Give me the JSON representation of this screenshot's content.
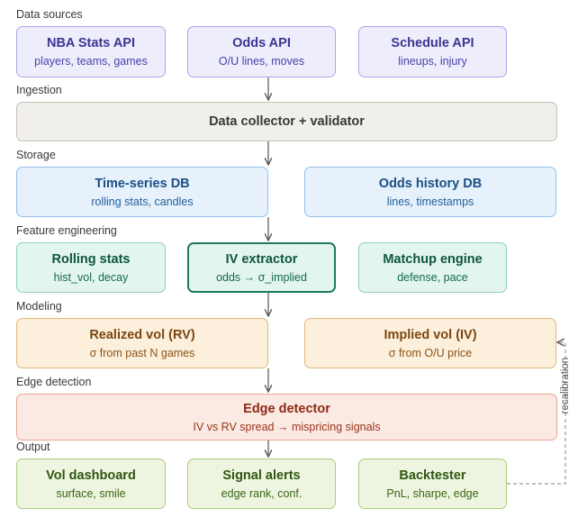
{
  "sections": {
    "data_sources": "Data sources",
    "ingestion": "Ingestion",
    "storage": "Storage",
    "feature_engineering": "Feature engineering",
    "modeling": "Modeling",
    "edge_detection": "Edge detection",
    "output": "Output"
  },
  "nodes": {
    "nba_stats_api": {
      "title": "NBA Stats API",
      "subtitle": "players, teams, games"
    },
    "odds_api": {
      "title": "Odds API",
      "subtitle": "O/U lines, moves"
    },
    "schedule_api": {
      "title": "Schedule API",
      "subtitle": "lineups, injury"
    },
    "data_collector": {
      "title": "Data collector + validator"
    },
    "time_series_db": {
      "title": "Time-series DB",
      "subtitle": "rolling stats, candles"
    },
    "odds_history_db": {
      "title": "Odds history DB",
      "subtitle": "lines, timestamps"
    },
    "rolling_stats": {
      "title": "Rolling stats",
      "subtitle": "hist_vol, decay"
    },
    "iv_extractor": {
      "title": "IV extractor",
      "subtitle": "odds → σ_implied"
    },
    "matchup_engine": {
      "title": "Matchup engine",
      "subtitle": "defense, pace"
    },
    "realized_vol": {
      "title": "Realized vol (RV)",
      "subtitle": "σ from past N games"
    },
    "implied_vol": {
      "title": "Implied vol (IV)",
      "subtitle": "σ from O/U price"
    },
    "edge_detector": {
      "title": "Edge detector",
      "subtitle": "IV vs RV spread → mispricing signals"
    },
    "vol_dashboard": {
      "title": "Vol dashboard",
      "subtitle": "surface, smile"
    },
    "signal_alerts": {
      "title": "Signal alerts",
      "subtitle": "edge rank, conf."
    },
    "backtester": {
      "title": "Backtester",
      "subtitle": "PnL, sharpe, edge"
    }
  },
  "feedback_label": "recalibration",
  "colors": {
    "data_sources": "#eeedfc",
    "ingestion": "#f1efea",
    "storage": "#e6f1fc",
    "feature_engineering": "#e2f5ee",
    "modeling": "#fcefdc",
    "edge_detection": "#fbeae4",
    "output": "#edf5e0",
    "arrow": "#555555"
  }
}
